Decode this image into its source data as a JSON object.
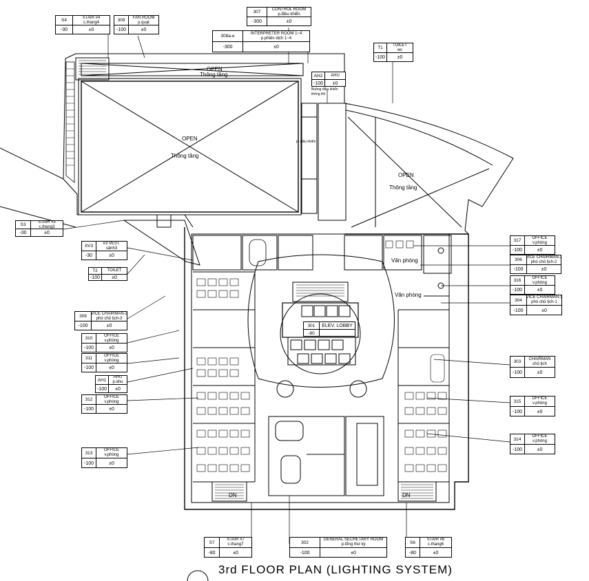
{
  "drawing": {
    "title": "3rd FLOOR PLAN (LIGHTING SYSTEM)",
    "open_labels": [
      "OPEN",
      "Thông tầng"
    ],
    "van_phong": "Văn phòng",
    "p_dieu_khien": "p. điều khiển",
    "dn": "DN",
    "elev_lobby_code": "301",
    "elev_lobby_label": "ELEV. LOBBY",
    "elev_lobby_value": "-80",
    "ahu_room_note_1": "Buồng điều khiển",
    "ahu_room_note_2": "thông khí"
  },
  "rooms": [
    {
      "id": "S4",
      "en": "STAIR #4",
      "vi": "c.thang4",
      "level": "-30",
      "delta": "±0"
    },
    {
      "id": "309",
      "en": "FAN ROOM",
      "vi": "p.quạt",
      "level": "-100",
      "delta": "±0"
    },
    {
      "id": "307",
      "en": "CONTROL ROOM",
      "vi": "p.điều khiển",
      "level": "-300",
      "delta": "±0"
    },
    {
      "id": "308a-e",
      "en": "INTERPRETER ROOM 1~4",
      "vi": "p.phiên dịch 1~4",
      "level": "-300",
      "delta": "±0"
    },
    {
      "id": "T1",
      "en": "TOILET",
      "vi": "wc",
      "level": "-100",
      "delta": "±0"
    },
    {
      "id": "AH2",
      "en": "AHU",
      "vi": "",
      "level": "-100",
      "delta": "±0"
    },
    {
      "id": "S3",
      "en": "STAIR #3",
      "vi": "c.thang3",
      "level": "-30",
      "delta": "±0"
    },
    {
      "id": "SV3",
      "en": "#3 VEST.",
      "vi": "sảnh3",
      "level": "-30",
      "delta": "±0"
    },
    {
      "id": "T2",
      "en": "TOILET",
      "vi": "",
      "level": "-100",
      "delta": "±0"
    },
    {
      "id": "308",
      "en": "VICE CHAIRMAN-3",
      "vi": "phó chủ tịch-3",
      "level": "-100",
      "delta": "±0"
    },
    {
      "id": "310",
      "en": "OFFICE",
      "vi": "v.phòng",
      "level": "-100",
      "delta": "±0"
    },
    {
      "id": "311",
      "en": "OFFICE",
      "vi": "v.phòng",
      "level": "-100",
      "delta": "±0"
    },
    {
      "id": "AH1",
      "en": "AHU",
      "vi": "p.ahu",
      "level": "-100",
      "delta": "±0"
    },
    {
      "id": "312",
      "en": "OFFICE",
      "vi": "v.phòng",
      "level": "-100",
      "delta": "±0"
    },
    {
      "id": "313",
      "en": "OFFICE",
      "vi": "v.phòng",
      "level": "-100",
      "delta": "±0"
    },
    {
      "id": "317",
      "en": "OFFICE",
      "vi": "v.phòng",
      "level": "-100",
      "delta": "±0"
    },
    {
      "id": "306",
      "en": "VICE CHAIRMAN-2",
      "vi": "phó chủ tịch-2",
      "level": "-100",
      "delta": "±0"
    },
    {
      "id": "316",
      "en": "OFFICE",
      "vi": "v.phòng",
      "level": "-100",
      "delta": "±0"
    },
    {
      "id": "304",
      "en": "VICE CHAIRMAN-1",
      "vi": "phó chủ tịch-1",
      "level": "-100",
      "delta": "±0"
    },
    {
      "id": "303",
      "en": "CHAIRMAN",
      "vi": "chủ tịch",
      "level": "-100",
      "delta": "±0"
    },
    {
      "id": "315",
      "en": "OFFICE",
      "vi": "v.phòng",
      "level": "-100",
      "delta": "±0"
    },
    {
      "id": "314",
      "en": "OFFICE",
      "vi": "v.phòng",
      "level": "-100",
      "delta": "±0"
    },
    {
      "id": "S7",
      "en": "STAIR #7",
      "vi": "c.thang7",
      "level": "-80",
      "delta": "±0"
    },
    {
      "id": "302",
      "en": "GENERAL SECRETARY ROOM",
      "vi": "p.tổng thư ký",
      "level": "-100",
      "delta": "±0"
    },
    {
      "id": "S6",
      "en": "STAIR #6",
      "vi": "c.thang6",
      "level": "-80",
      "delta": "±0"
    }
  ]
}
